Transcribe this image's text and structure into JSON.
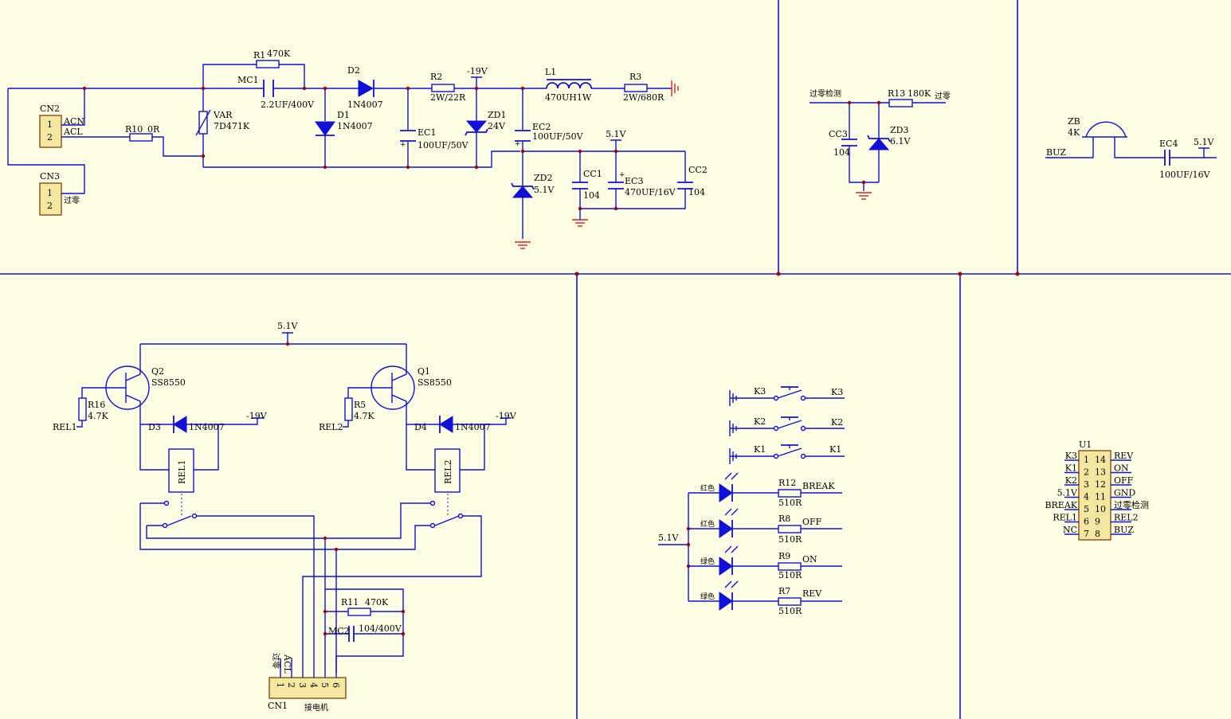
{
  "power": {
    "cn2": {
      "ref": "CN2",
      "pin1": "1",
      "pin2": "2",
      "net1": "ACN",
      "net2": "ACL"
    },
    "cn3": {
      "ref": "CN3",
      "pin1": "1",
      "pin2": "2",
      "net2": "过零"
    },
    "r1": {
      "ref": "R1",
      "value": "470K"
    },
    "r10": {
      "ref": "R10",
      "value": "0R"
    },
    "mc1": {
      "ref": "MC1",
      "value": "2.2UF/400V"
    },
    "var": {
      "ref": "VAR",
      "value": "7D471K"
    },
    "d2": {
      "ref": "D2",
      "value": "1N4007"
    },
    "d1": {
      "ref": "D1",
      "value": "1N4007"
    },
    "r2": {
      "ref": "R2",
      "value": "2W/22R"
    },
    "ec1": {
      "ref": "EC1",
      "value": "100UF/50V"
    },
    "zd1": {
      "ref": "ZD1",
      "value": "24V"
    },
    "net_m19": "-19V",
    "l1": {
      "ref": "L1",
      "value": "470UH1W"
    },
    "r3": {
      "ref": "R3",
      "value": "2W/680R"
    },
    "ec2": {
      "ref": "EC2",
      "value": "100UF/50V"
    },
    "net_51": "5.1V",
    "zd2": {
      "ref": "ZD2",
      "value": "5.1V"
    },
    "cc1": {
      "ref": "CC1",
      "value": "104"
    },
    "ec3": {
      "ref": "EC3",
      "value": "470UF/16V"
    },
    "cc2": {
      "ref": "CC2",
      "value": "104"
    }
  },
  "zero_cross": {
    "in_net": "过零检测",
    "r13": {
      "ref": "R13",
      "value": "180K"
    },
    "out_net": "过零",
    "cc3": {
      "ref": "CC3",
      "value": "104"
    },
    "zd3": {
      "ref": "ZD3",
      "value": "6.1V"
    }
  },
  "buzzer": {
    "zb": {
      "ref": "ZB",
      "value": "4K"
    },
    "net": "BUZ",
    "ec4": {
      "ref": "EC4",
      "value": "100UF/16V"
    },
    "v": "5.1V"
  },
  "relays": {
    "vcc": "5.1V",
    "q2": {
      "ref": "Q2",
      "value": "SS8550"
    },
    "q1": {
      "ref": "Q1",
      "value": "SS8550"
    },
    "r16": {
      "ref": "R16",
      "value": "4.7K"
    },
    "r5": {
      "ref": "R5",
      "value": "4.7K"
    },
    "rel1_net": "REL1",
    "rel2_net": "REL2",
    "d3": {
      "ref": "D3",
      "value": "1N4007"
    },
    "d4": {
      "ref": "D4",
      "value": "1N4007"
    },
    "m19a": "-19V",
    "m19b": "-19V",
    "rel1": "REL1",
    "rel2": "REL2",
    "r11": {
      "ref": "R11",
      "value": "470K"
    },
    "mc2": {
      "ref": "MC2",
      "value": "104/400V"
    },
    "cn1": {
      "ref": "CN1",
      "pins": [
        "1",
        "2",
        "3",
        "4",
        "5",
        "6"
      ],
      "side1": "过零",
      "side2": "ACL",
      "label": "接电机"
    }
  },
  "keys": {
    "k3": {
      "ref": "K3",
      "net": "K3"
    },
    "k2": {
      "ref": "K2",
      "net": "K2"
    },
    "k1": {
      "ref": "K1",
      "net": "K1"
    }
  },
  "leds": {
    "vin": "5.1V",
    "items": [
      {
        "color": "红色",
        "ref": "R12",
        "value": "510R",
        "net": "BREAK"
      },
      {
        "color": "红色",
        "ref": "R8",
        "value": "510R",
        "net": "OFF"
      },
      {
        "color": "绿色",
        "ref": "R9",
        "value": "510R",
        "net": "ON"
      },
      {
        "color": "绿色",
        "ref": "R7",
        "value": "510R",
        "net": "REV"
      }
    ]
  },
  "u1": {
    "ref": "U1",
    "left": [
      "K3",
      "K1",
      "K2",
      "5.1V",
      "BREAK",
      "REL1",
      "NC"
    ],
    "right": [
      "REV",
      "ON",
      "OFF",
      "GND",
      "过零检测",
      "REL2",
      "BUZ"
    ],
    "pins": [
      [
        "1",
        "14"
      ],
      [
        "2",
        "13"
      ],
      [
        "3",
        "12"
      ],
      [
        "4",
        "11"
      ],
      [
        "5",
        "10"
      ],
      [
        "6",
        "9"
      ],
      [
        "7",
        "8"
      ]
    ]
  }
}
